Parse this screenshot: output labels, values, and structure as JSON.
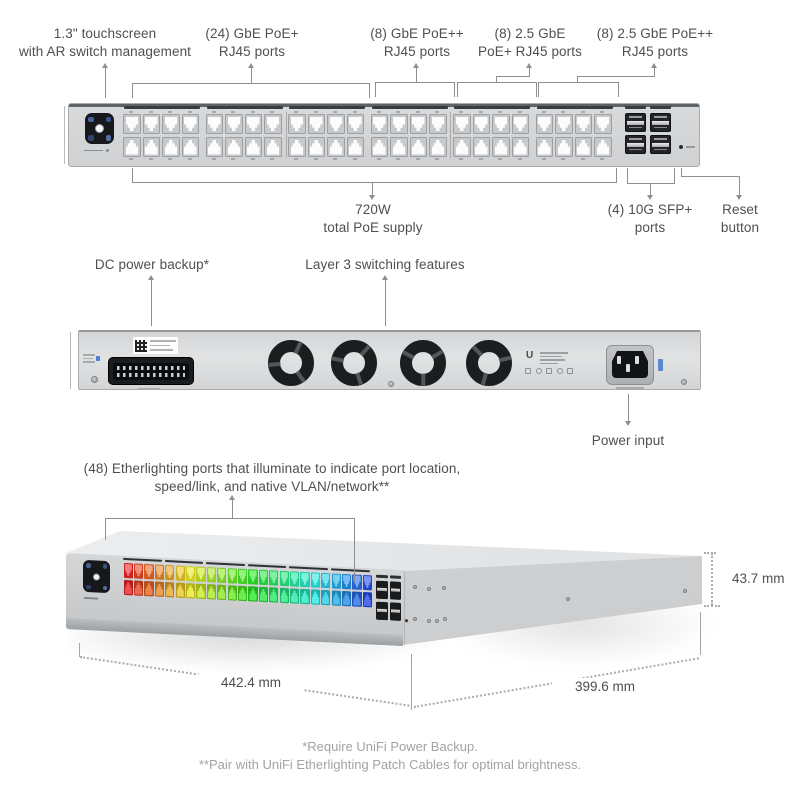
{
  "front_view": {
    "labels": {
      "touchscreen": [
        "1.3\" touchscreen",
        "with AR switch management"
      ],
      "gbe_poe_plus": [
        "(24) GbE PoE+",
        "RJ45 ports"
      ],
      "gbe_poe_plusplus": [
        "(8) GbE PoE++",
        "RJ45 ports"
      ],
      "gbe25_poe_plus": [
        "(8) 2.5 GbE",
        "PoE+ RJ45 ports"
      ],
      "gbe25_poe_plusplus": [
        "(8) 2.5 GbE PoE++",
        "RJ45 ports"
      ],
      "poe_budget": [
        "720W",
        "total PoE supply"
      ],
      "sfp": [
        "(4) 10G SFP+",
        "ports"
      ],
      "reset": [
        "Reset",
        "button"
      ]
    },
    "rj45_port_count": 48,
    "rj45_columns": 24,
    "port_groups": 6,
    "sfp_count": 4
  },
  "back_view": {
    "labels": {
      "dc_backup": "DC power backup*",
      "layer3": "Layer 3 switching features",
      "power_input": "Power input"
    },
    "fan_count": 4,
    "brand_glyph": "U"
  },
  "perspective_view": {
    "label": [
      "(48) Etherlighting ports that illuminate to indicate port location,",
      "speed/link, and native VLAN/network**"
    ],
    "etherlighting_columns": 24,
    "etherlighting_rows": 2
  },
  "dimensions": {
    "width": "442.4 mm",
    "depth": "399.6 mm",
    "height": "43.7 mm"
  },
  "footnotes": [
    "*Require UniFi Power Backup.",
    "**Pair with UniFi Etherlighting Patch Cables for optimal brightness."
  ],
  "colors": {
    "label_text": "#4d4f51",
    "leader_line": "#8d8f91",
    "footnote_text": "#a3a3a3",
    "device_body": "#d5d7d9",
    "port_bar": "#3a3d40",
    "sfp_cage": "#1d1f21",
    "screen": "#16181b",
    "ether_hue_start": 0,
    "ether_hue_end": 228
  }
}
